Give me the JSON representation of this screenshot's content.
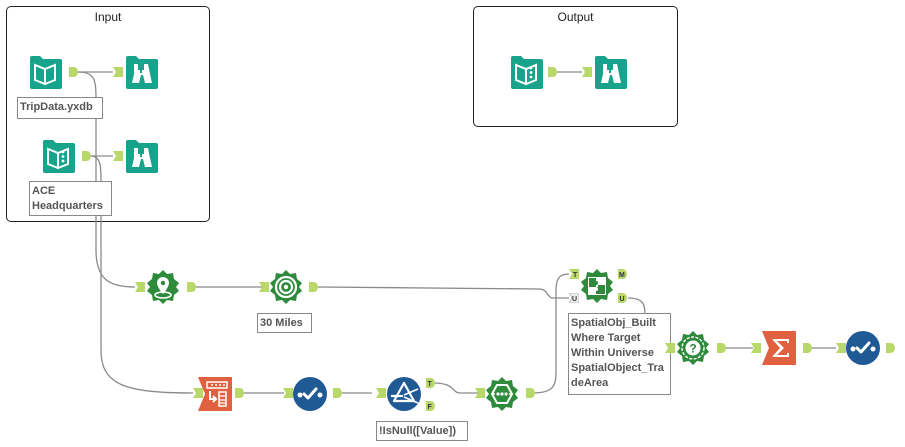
{
  "containers": {
    "input": {
      "title": "Input"
    },
    "output": {
      "title": "Output"
    }
  },
  "colors": {
    "input_teal": "#17A38C",
    "spatial_green": "#2E8B3C",
    "transform_orange": "#E0603F",
    "prep_blue": "#1F5A94",
    "anchor_green": "#B8D86A",
    "wire": "#8A8A8A"
  },
  "tools": [
    {
      "id": "input-tripdata",
      "type": "input-data-icon",
      "annotation": "TripData.yxdb"
    },
    {
      "id": "browse-1",
      "type": "browse-icon"
    },
    {
      "id": "input-ace",
      "type": "text-input-icon",
      "annotation_lines": [
        "ACE",
        "Headquarters"
      ]
    },
    {
      "id": "browse-2",
      "type": "browse-icon"
    },
    {
      "id": "output-text-input",
      "type": "text-input-icon"
    },
    {
      "id": "output-browse",
      "type": "browse-icon"
    },
    {
      "id": "create-points",
      "type": "create-points-icon"
    },
    {
      "id": "trade-area",
      "type": "trade-area-icon",
      "annotation": "30 Miles"
    },
    {
      "id": "spatial-match",
      "type": "spatial-match-icon",
      "anchors": {
        "target": "T",
        "universe": "U",
        "matched": "M",
        "unmatched": "U"
      },
      "annotation_lines": [
        "SpatialObj_Built",
        "Where Target",
        "Within Universe",
        "SpatialObject_Tra",
        "deArea"
      ]
    },
    {
      "id": "spatial-info",
      "type": "spatial-info-icon"
    },
    {
      "id": "summarize",
      "type": "summarize-icon"
    },
    {
      "id": "select-final",
      "type": "select-icon"
    },
    {
      "id": "transpose",
      "type": "transpose-icon"
    },
    {
      "id": "select-1",
      "type": "select-icon"
    },
    {
      "id": "filter",
      "type": "filter-icon",
      "anchors": {
        "true": "T",
        "false": "F"
      },
      "annotation": "!IsNull([Value])"
    },
    {
      "id": "spatial-process",
      "type": "spatial-process-icon"
    }
  ]
}
